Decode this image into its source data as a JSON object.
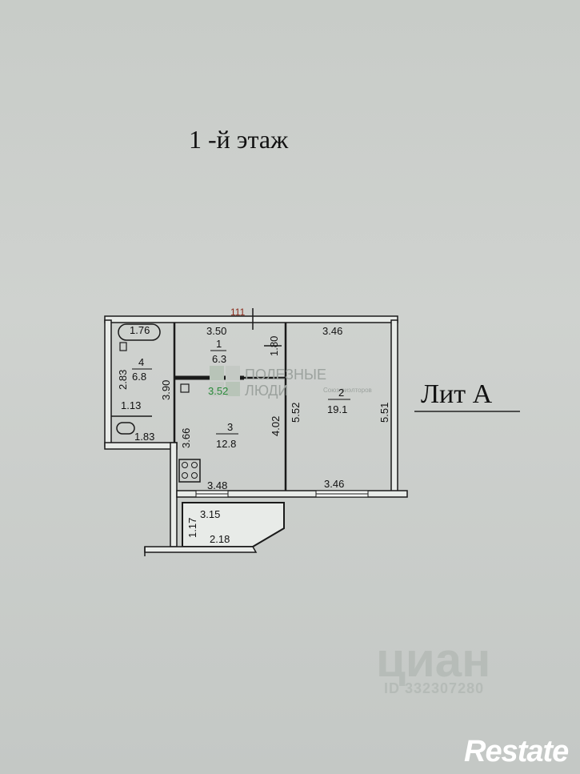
{
  "title": "1 -й этаж",
  "lit": "Лит А",
  "watermark": {
    "logo_line1": "ПОЛЕЗНЫЕ",
    "logo_line2": "ЛЮДИ",
    "logo_sub": "Союз риэлторов",
    "cian": "циан",
    "cian_id": "ID 332307280",
    "restate": "Restate"
  },
  "plan": {
    "wall_label": "111",
    "rooms": [
      {
        "number": "1",
        "area": "6.3"
      },
      {
        "number": "2",
        "area": "19.1"
      },
      {
        "number": "3",
        "area": "12.8"
      },
      {
        "number": "4",
        "area": "6.8"
      }
    ],
    "dimensions": {
      "d_176": "1.76",
      "d_350": "3.50",
      "d_346_top": "3.46",
      "d_180": "1.80",
      "d_283": "2.83",
      "d_390": "3.90",
      "d_352": "3.52",
      "d_113": "1.13",
      "d_183": "1.83",
      "d_366": "3.66",
      "d_402": "4.02",
      "d_552": "5.52",
      "d_551": "5.51",
      "d_348": "3.48",
      "d_346_bottom": "3.46",
      "d_315": "3.15",
      "d_117": "1.17",
      "d_218": "2.18"
    }
  }
}
